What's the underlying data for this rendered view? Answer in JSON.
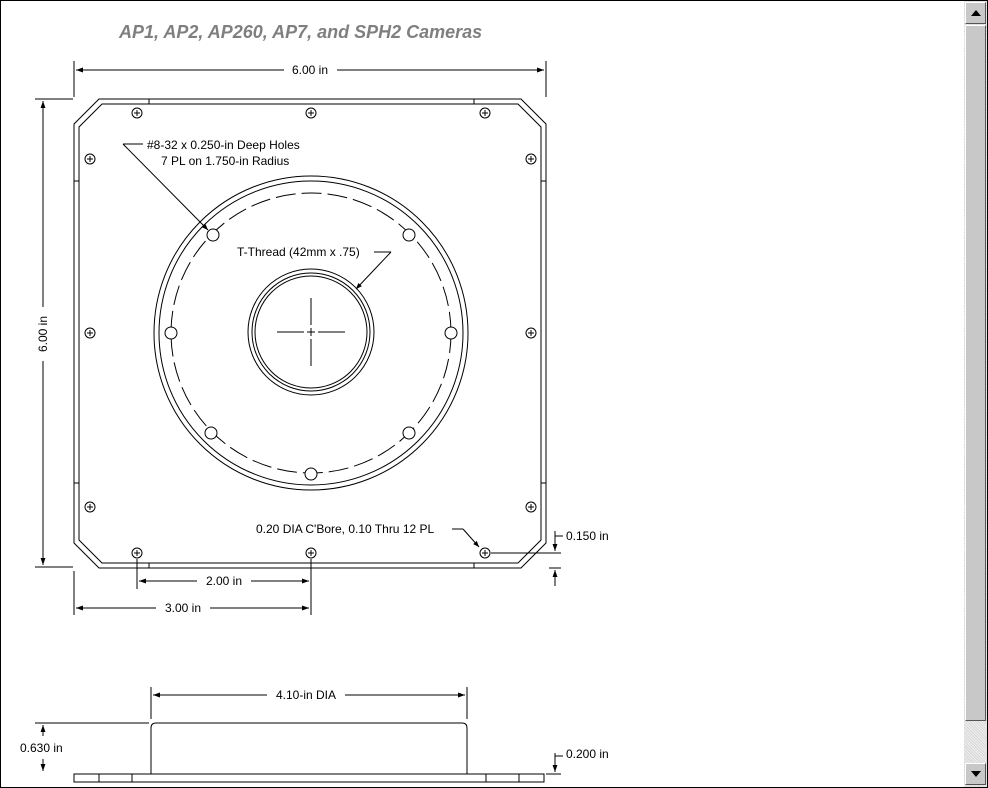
{
  "title": "AP1, AP2, AP260, AP7, and SPH2 Cameras",
  "dimensions": {
    "top_width": "6.00 in",
    "left_height": "6.00 in",
    "hole_spacing": "2.00 in",
    "hole_offset": "3.00 in",
    "edge_offset": "0.150 in",
    "boss_diameter": "4.10-in DIA",
    "total_height": "0.630 in",
    "plate_thickness": "0.200 in"
  },
  "callouts": {
    "tapped_holes_line1": "#8-32 x 0.250-in Deep Holes",
    "tapped_holes_line2": "7 PL on 1.750-in Radius",
    "t_thread": "T-Thread (42mm x .75)",
    "cbore": "0.20 DIA C'Bore, 0.10 Thru 12 PL"
  },
  "scrollbar": {
    "up_icon": "arrow-up-icon",
    "down_icon": "arrow-down-icon"
  }
}
